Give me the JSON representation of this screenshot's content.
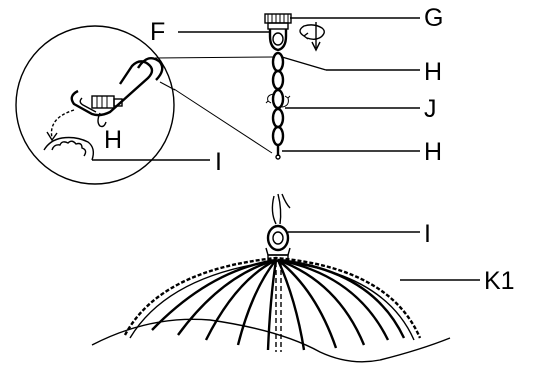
{
  "labels": {
    "F": "F",
    "G": "G",
    "H_top": "H",
    "J": "J",
    "H_bottom": "H",
    "H_detail": "H",
    "I_detail": "I",
    "I_canopy": "I",
    "K1": "K1"
  },
  "colors": {
    "line": "#000000",
    "background": "#ffffff"
  },
  "icons": {
    "rotation": "rotate-arrow-icon",
    "down": "down-arrow-icon"
  }
}
